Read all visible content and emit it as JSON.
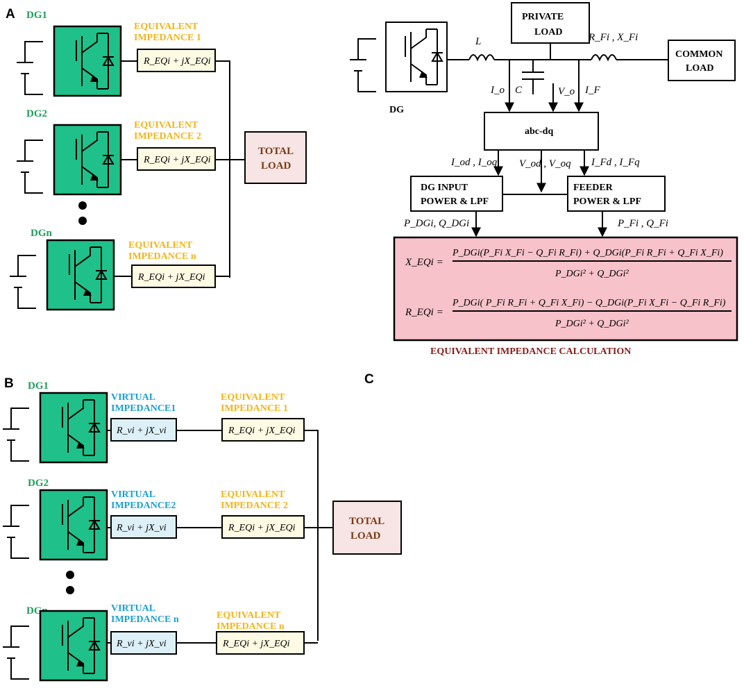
{
  "panels": {
    "a": "A",
    "b": "B",
    "c": "C"
  },
  "panel_a": {
    "dg": [
      {
        "label": "DG1",
        "eq_title1": "EQUIVALENT",
        "eq_title2": "IMPEDANCE 1",
        "eq_expr": "R_EQi + jX_EQi"
      },
      {
        "label": "DG2",
        "eq_title1": "EQUIVALENT",
        "eq_title2": "IMPEDANCE 2",
        "eq_expr": "R_EQi + jX_EQi"
      },
      {
        "label": "DGn",
        "eq_title1": "EQUIVALENT",
        "eq_title2": "IMPEDANCE n",
        "eq_expr": "R_EQi + jX_EQi"
      }
    ],
    "load_line1": "TOTAL",
    "load_line2": "LOAD"
  },
  "panel_right": {
    "dg_label": "DG",
    "private_load_1": "PRIVATE",
    "private_load_2": "LOAD",
    "common_load_1": "COMMON",
    "common_load_2": "LOAD",
    "inductor_L": "L",
    "feeder_impedance": "R_Fi , X_Fi",
    "capacitor": "C",
    "i_o": "I_o",
    "v_o": "V_o",
    "i_f": "I_F",
    "abc_dq": "abc-dq",
    "iod_ioq": "I_od , I_oq",
    "vod_voq": "V_od , V_oq",
    "ifd_ifq": "I_Fd , I_Fq",
    "dg_input_1": "DG INPUT",
    "dg_input_2": "POWER & LPF",
    "feeder_1": "FEEDER",
    "feeder_2": "POWER & LPF",
    "pdg_qdg": "P_DGi,  Q_DGi",
    "pf_qf": "P_Fi , Q_Fi",
    "x_eq_lhs": "X_EQi =",
    "x_eq_num": "P_DGi(P_Fi X_Fi − Q_Fi R_Fi) + Q_DGi(P_Fi R_Fi + Q_Fi X_Fi)",
    "x_eq_den": "P_DGi² + Q_DGi²",
    "r_eq_lhs": "R_EQi =",
    "r_eq_num": "P_DGi( P_Fi R_Fi + Q_Fi X_Fi) − Q_DGi(P_Fi X_Fi − Q_Fi R_Fi)",
    "r_eq_den": "P_DGi² + Q_DGi²",
    "caption": "EQUIVALENT IMPEDANCE CALCULATION"
  },
  "panel_b": {
    "dg": [
      {
        "label": "DG1",
        "vi_title1": "VIRTUAL",
        "vi_title2": "IMPEDANCE1",
        "vi_expr": "R_vi + jX_vi",
        "eq_title1": "EQUIVALENT",
        "eq_title2": "IMPEDANCE 1",
        "eq_expr": "R_EQi + jX_EQi"
      },
      {
        "label": "DG2",
        "vi_title1": "VIRTUAL",
        "vi_title2": "IMPEDANCE2",
        "vi_expr": "R_vi + jX_vi",
        "eq_title1": "EQUIVALENT",
        "eq_title2": "IMPEDANCE 2",
        "eq_expr": "R_EQi + jX_EQi"
      },
      {
        "label": "DGn",
        "vi_title1": "VIRTUAL",
        "vi_title2": "IMPEDANCE n",
        "vi_expr": "R_vi + jX_vi",
        "eq_title1": "EQUIVALENT",
        "eq_title2": "IMPEDANCE n",
        "eq_expr": "R_EQi + jX_EQi"
      }
    ],
    "load_line1": "TOTAL",
    "load_line2": "LOAD"
  },
  "colors": {
    "converter": "#1fc08a",
    "equivalent_label": "#f2b51a",
    "virtual_label": "#1aa0d6",
    "dg_label": "#1f9e5a",
    "calc_box": "#f7c2ca",
    "caption": "#8b1a1a",
    "load_text": "#7a3a10"
  }
}
